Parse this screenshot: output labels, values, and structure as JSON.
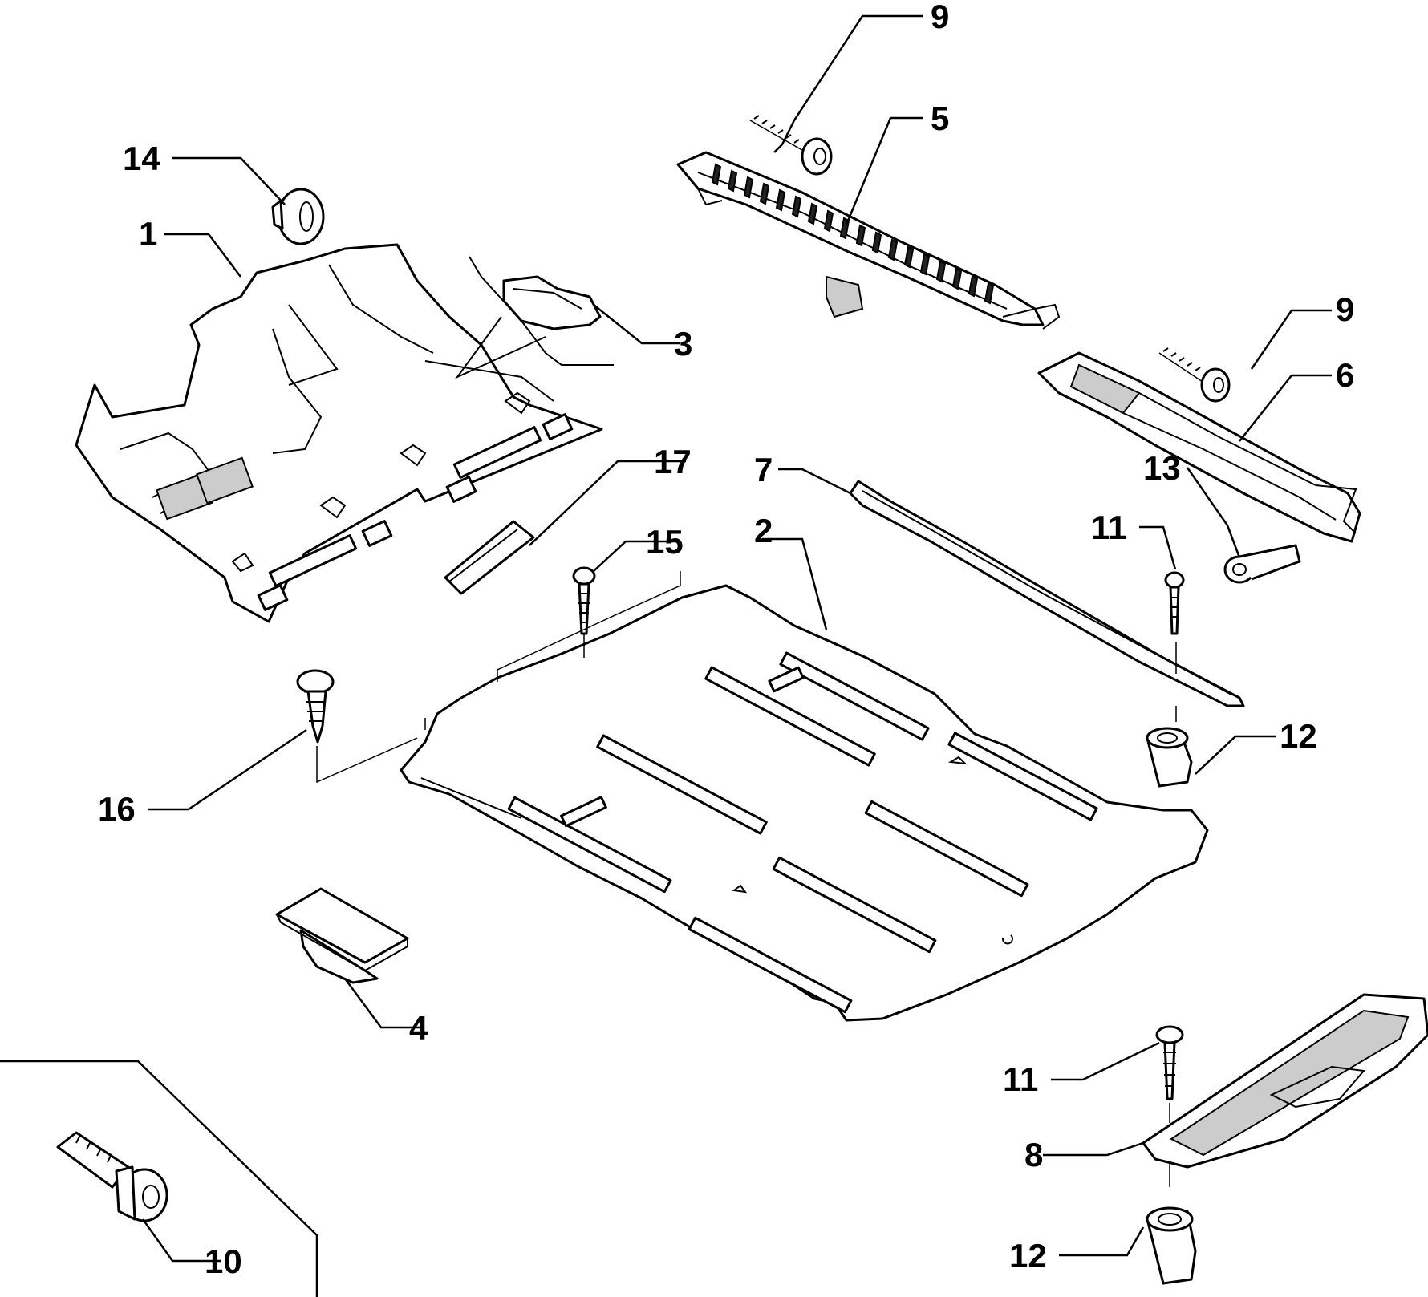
{
  "callouts": {
    "c1": "1",
    "c2": "2",
    "c3": "3",
    "c4": "4",
    "c5": "5",
    "c6": "6",
    "c7": "7",
    "c8": "8",
    "c9a": "9",
    "c9b": "9",
    "c10": "10",
    "c11a": "11",
    "c11b": "11",
    "c12a": "12",
    "c12b": "12",
    "c13": "13",
    "c14": "14",
    "c15": "15",
    "c16": "16",
    "c17": "17"
  },
  "colors": {
    "ink": "#000000",
    "paper": "#ffffff",
    "shade": "#cccccc"
  }
}
